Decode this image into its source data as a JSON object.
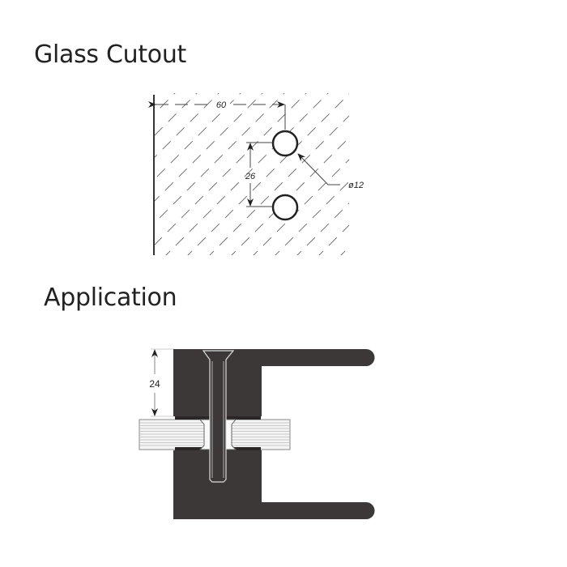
{
  "sections": {
    "cutout_title": "Glass Cutout",
    "application_title": "Application"
  },
  "cutout": {
    "dim_horizontal": "60",
    "dim_vertical": "26",
    "dim_diameter": "ø12"
  },
  "application": {
    "dim_height": "24"
  },
  "colors": {
    "body": "#3d3838",
    "line": "#222222",
    "hatch": "#555555"
  }
}
